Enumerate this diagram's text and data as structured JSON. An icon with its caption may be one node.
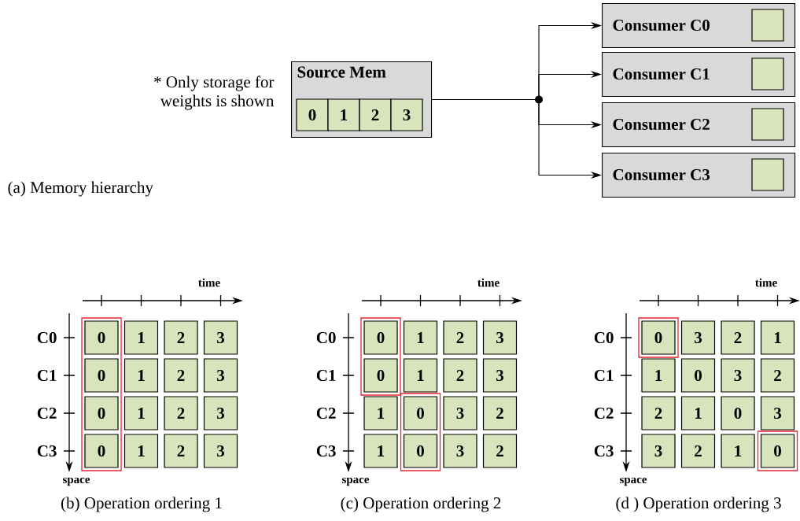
{
  "diagram": {
    "nodes": [
      {
        "text": [
          "Source Mem"
        ]
      },
      {
        "text": [
          "0"
        ],
        "in": 0
      },
      {
        "text": [
          "1"
        ],
        "in": 0
      },
      {
        "text": [
          "2"
        ],
        "in": 0
      },
      {
        "text": [
          "3"
        ],
        "in": 0
      },
      {
        "text": [
          "Consumer C0"
        ]
      },
      {
        "text": [],
        "shape": "box",
        "in": 5
      },
      {
        "text": [
          "Consumer C1"
        ]
      },
      {
        "text": [],
        "shape": "box",
        "in": 7
      },
      {
        "text": [
          "Consumer C2"
        ]
      },
      {
        "text": [],
        "shape": "box",
        "in": 9
      },
      {
        "text": [
          "Consumer C3"
        ]
      },
      {
        "text": [],
        "shape": "box",
        "in": 11
      },
      {
        "text": [],
        "shape": "box"
      },
      {
        "text": [
          "0"
        ],
        "in": 13
      },
      {
        "text": [
          "1"
        ]
      },
      {
        "text": [
          "2"
        ]
      },
      {
        "text": [
          "3"
        ]
      },
      {
        "text": [
          "0"
        ],
        "in": 13
      },
      {
        "text": [
          "1"
        ]
      },
      {
        "text": [
          "2"
        ]
      },
      {
        "text": [
          "3"
        ]
      },
      {
        "text": [
          "0"
        ],
        "in": 13
      },
      {
        "text": [
          "1"
        ]
      },
      {
        "text": [
          "2"
        ]
      },
      {
        "text": [
          "3"
        ]
      },
      {
        "text": [
          "0"
        ],
        "in": 13
      },
      {
        "text": [
          "1"
        ]
      },
      {
        "text": [
          "2"
        ]
      },
      {
        "text": [
          "3"
        ]
      },
      {
        "text": [],
        "shape": "box"
      },
      {
        "text": [],
        "shape": "box"
      },
      {
        "text": [
          "0"
        ],
        "in": 30
      },
      {
        "text": [
          "1"
        ]
      },
      {
        "text": [
          "2"
        ]
      },
      {
        "text": [
          "3"
        ]
      },
      {
        "text": [
          "0"
        ],
        "in": 30
      },
      {
        "text": [
          "1"
        ]
      },
      {
        "text": [
          "2"
        ]
      },
      {
        "text": [
          "3"
        ]
      },
      {
        "text": [
          "1"
        ]
      },
      {
        "text": [
          "0"
        ],
        "in": 31
      },
      {
        "text": [
          "3"
        ]
      },
      {
        "text": [
          "2"
        ]
      },
      {
        "text": [
          "1"
        ]
      },
      {
        "text": [
          "0"
        ],
        "in": 31
      },
      {
        "text": [
          "3"
        ]
      },
      {
        "text": [
          "2"
        ]
      },
      {
        "text": [],
        "shape": "box"
      },
      {
        "text": [],
        "shape": "box"
      },
      {
        "text": [
          "0"
        ],
        "in": 48
      },
      {
        "text": [
          "3"
        ]
      },
      {
        "text": [
          "2"
        ]
      },
      {
        "text": [
          "1"
        ]
      },
      {
        "text": [
          "1"
        ]
      },
      {
        "text": [
          "0"
        ]
      },
      {
        "text": [
          "3"
        ]
      },
      {
        "text": [
          "2"
        ]
      },
      {
        "text": [
          "2"
        ]
      },
      {
        "text": [
          "1"
        ]
      },
      {
        "text": [
          "0"
        ]
      },
      {
        "text": [
          "3"
        ]
      },
      {
        "text": [
          "3"
        ]
      },
      {
        "text": [
          "2"
        ]
      },
      {
        "text": [
          "1"
        ]
      },
      {
        "text": [
          "0"
        ],
        "in": 49
      }
    ],
    "edges": [
      {
        "from": 0,
        "to": 5,
        "arrow": "to"
      },
      {
        "from": 0,
        "to": 7,
        "arrow": "to"
      },
      {
        "from": 0,
        "to": 9,
        "arrow": "to"
      },
      {
        "from": 0,
        "to": 11,
        "arrow": "to"
      }
    ],
    "labels": [
      "* Only storage for weights is shown",
      "(a) Memory hierarchy",
      "time",
      "C0",
      "C1",
      "C2",
      "C3",
      "space",
      "(b) Operation ordering 1",
      "time",
      "C0",
      "C1",
      "C2",
      "C3",
      "space",
      "(c) Operation ordering 2",
      "time",
      "C0",
      "C1",
      "C2",
      "C3",
      "space",
      "(d ) Operation ordering 3"
    ]
  }
}
